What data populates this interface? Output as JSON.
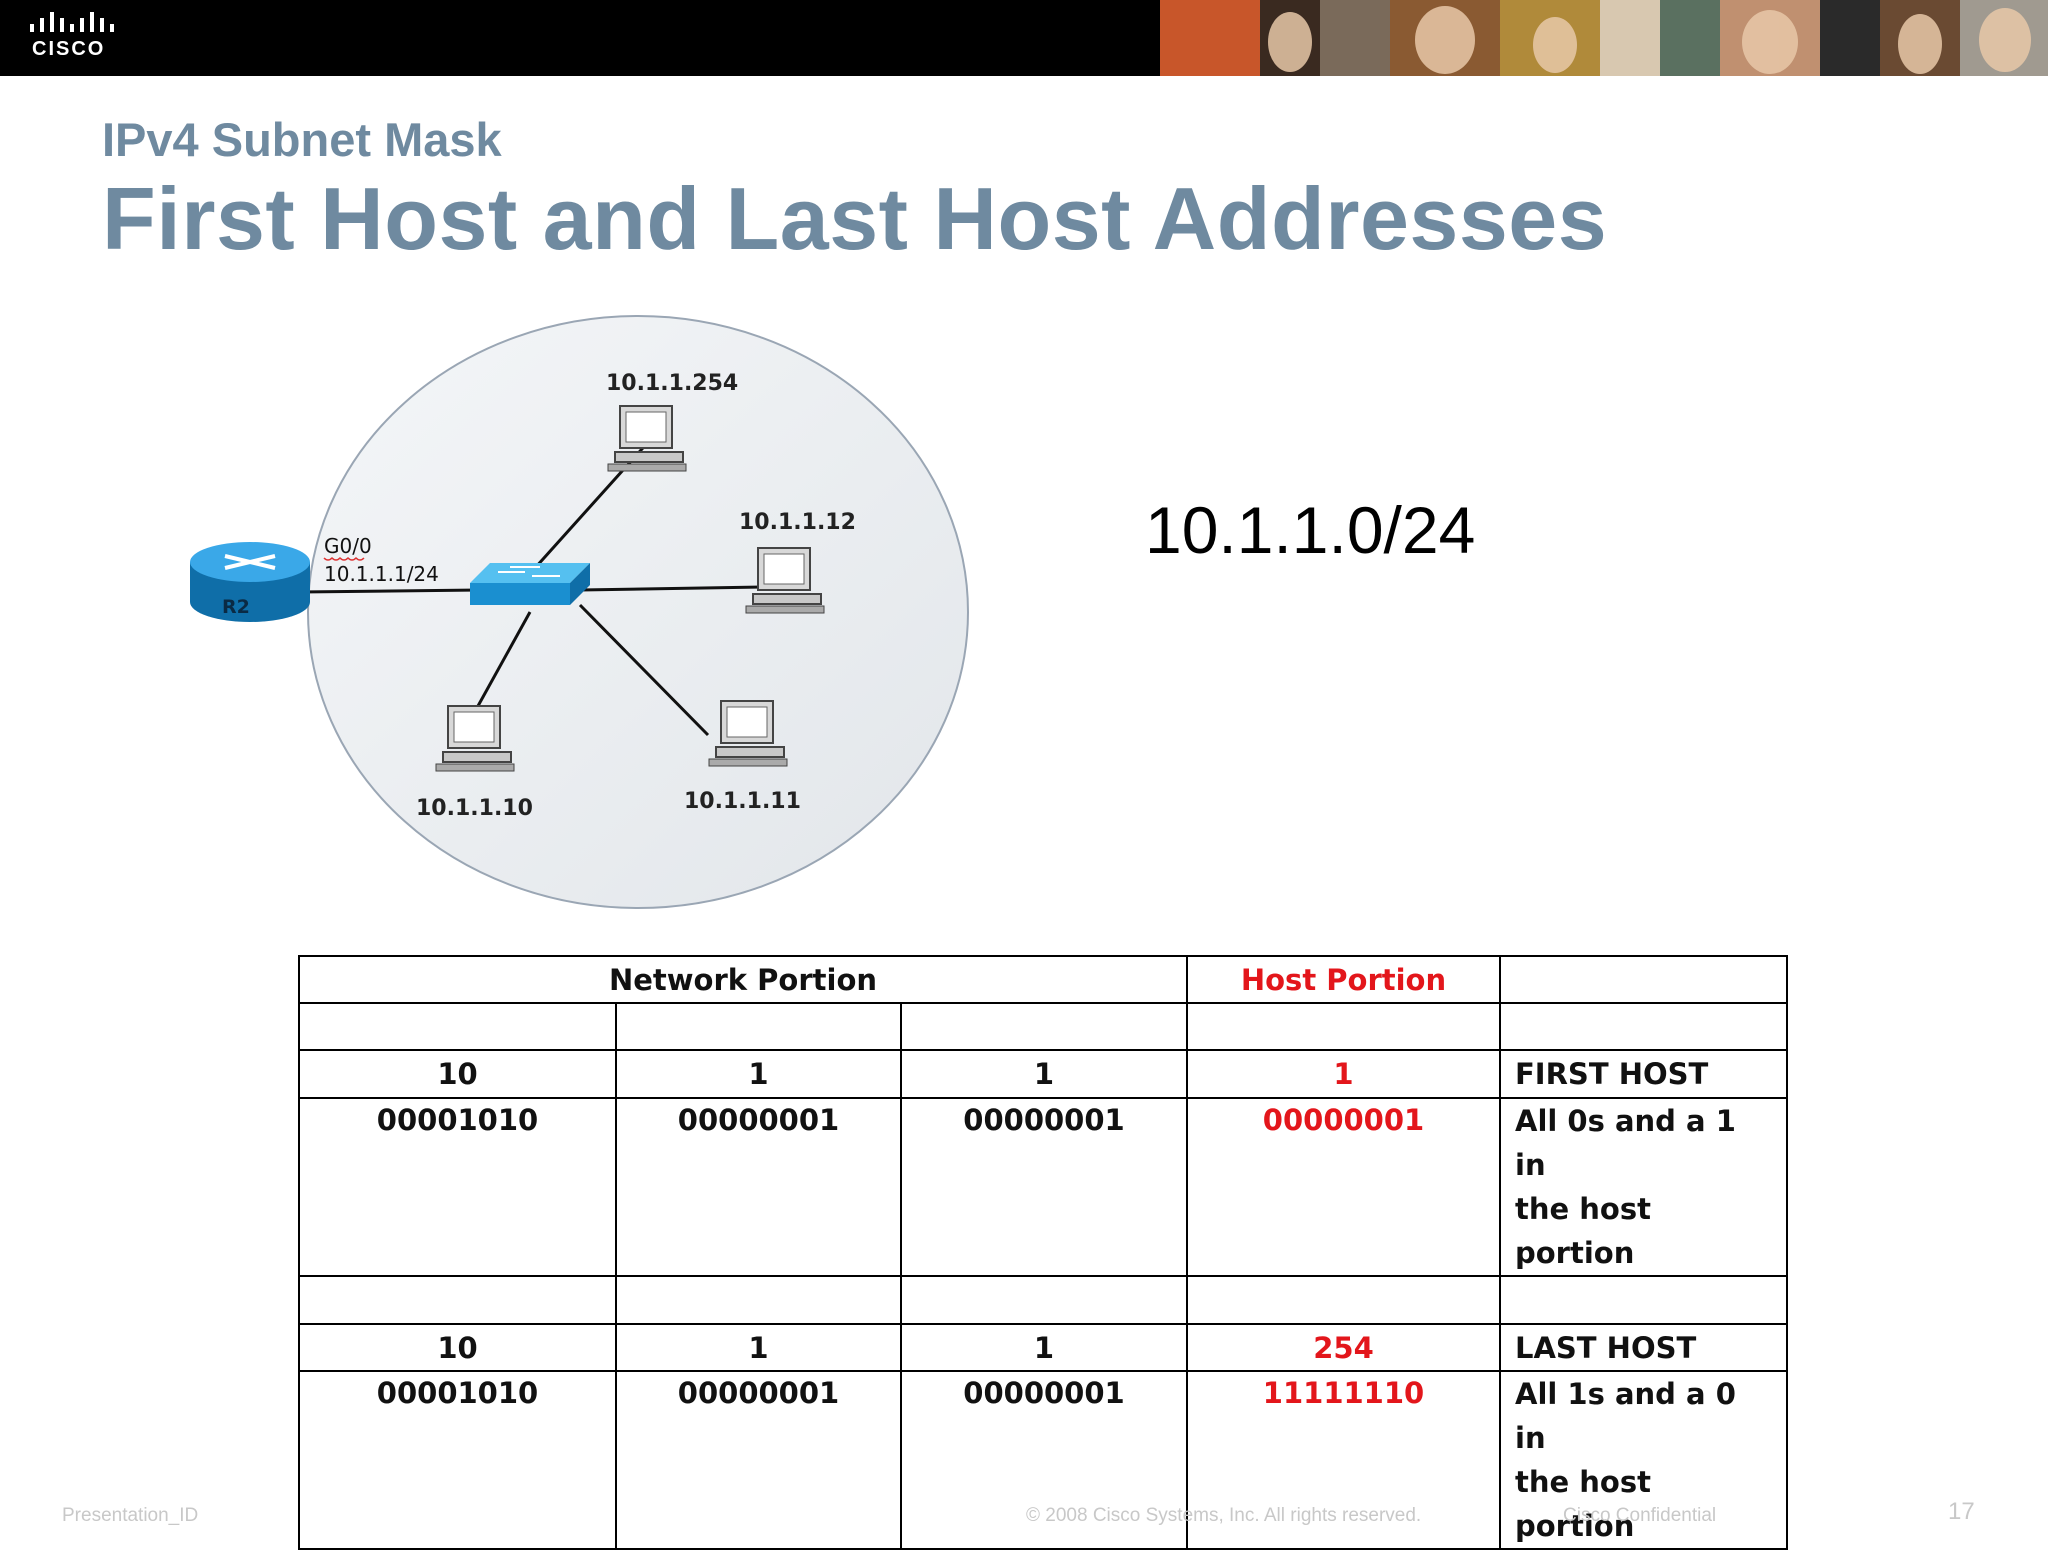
{
  "header": {
    "logo_text": "CISCO"
  },
  "slide": {
    "subtitle": "IPv4 Subnet Mask",
    "title": "First Host and Last Host Addresses",
    "network_address": "10.1.1.0/24"
  },
  "diagram": {
    "router": {
      "label": "R2",
      "interface": "G0/0",
      "ip": "10.1.1.1/24"
    },
    "hosts": [
      "10.1.1.254",
      "10.1.1.12",
      "10.1.1.10",
      "10.1.1.11"
    ]
  },
  "table": {
    "network_header": "Network Portion",
    "host_header": "Host Portion",
    "first": {
      "decimal": [
        "10",
        "1",
        "1",
        "1"
      ],
      "binary": [
        "00001010",
        "00000001",
        "00000001",
        "00000001"
      ],
      "label": "FIRST HOST",
      "desc_line1": "All 0s and a 1 in",
      "desc_line2": "the host portion"
    },
    "last": {
      "decimal": [
        "10",
        "1",
        "1",
        "254"
      ],
      "binary": [
        "00001010",
        "00000001",
        "00000001",
        "11111110"
      ],
      "label": "LAST HOST",
      "desc_line1": "All 1s and a 0 in",
      "desc_line2": "the host portion"
    }
  },
  "footer": {
    "presentation_id": "Presentation_ID",
    "copyright": "© 2008 Cisco Systems, Inc. All rights reserved.",
    "confidential": "Cisco Confidential",
    "page": "17"
  },
  "colors": {
    "title": "#6f8aa0",
    "host_red": "#e3161b",
    "device_blue": "#1a8fd0"
  }
}
